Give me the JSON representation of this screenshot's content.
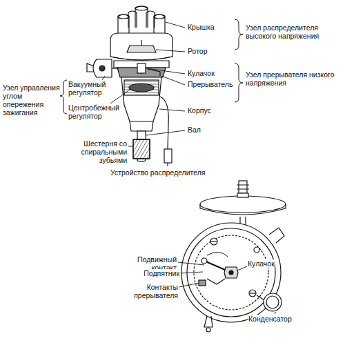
{
  "diagram": {
    "caption": "Устройство распределителя",
    "labels": [
      "Крышка",
      "Узел распределителя высокого напряжения",
      "Ротор",
      "Кулачок",
      "Узел прерывателя низкого напряжения",
      "Прерыватель",
      "Вакуумный регулятор",
      "Узел управления углом опережения зажигания",
      "Центробежный регулятор",
      "Корпус",
      "Вал",
      "Шестерня со спиральными зубьями",
      "Подвижный контакт",
      "Подпятник",
      "Контакты прерывателя",
      "Кулачок",
      "Конденсатор"
    ]
  }
}
